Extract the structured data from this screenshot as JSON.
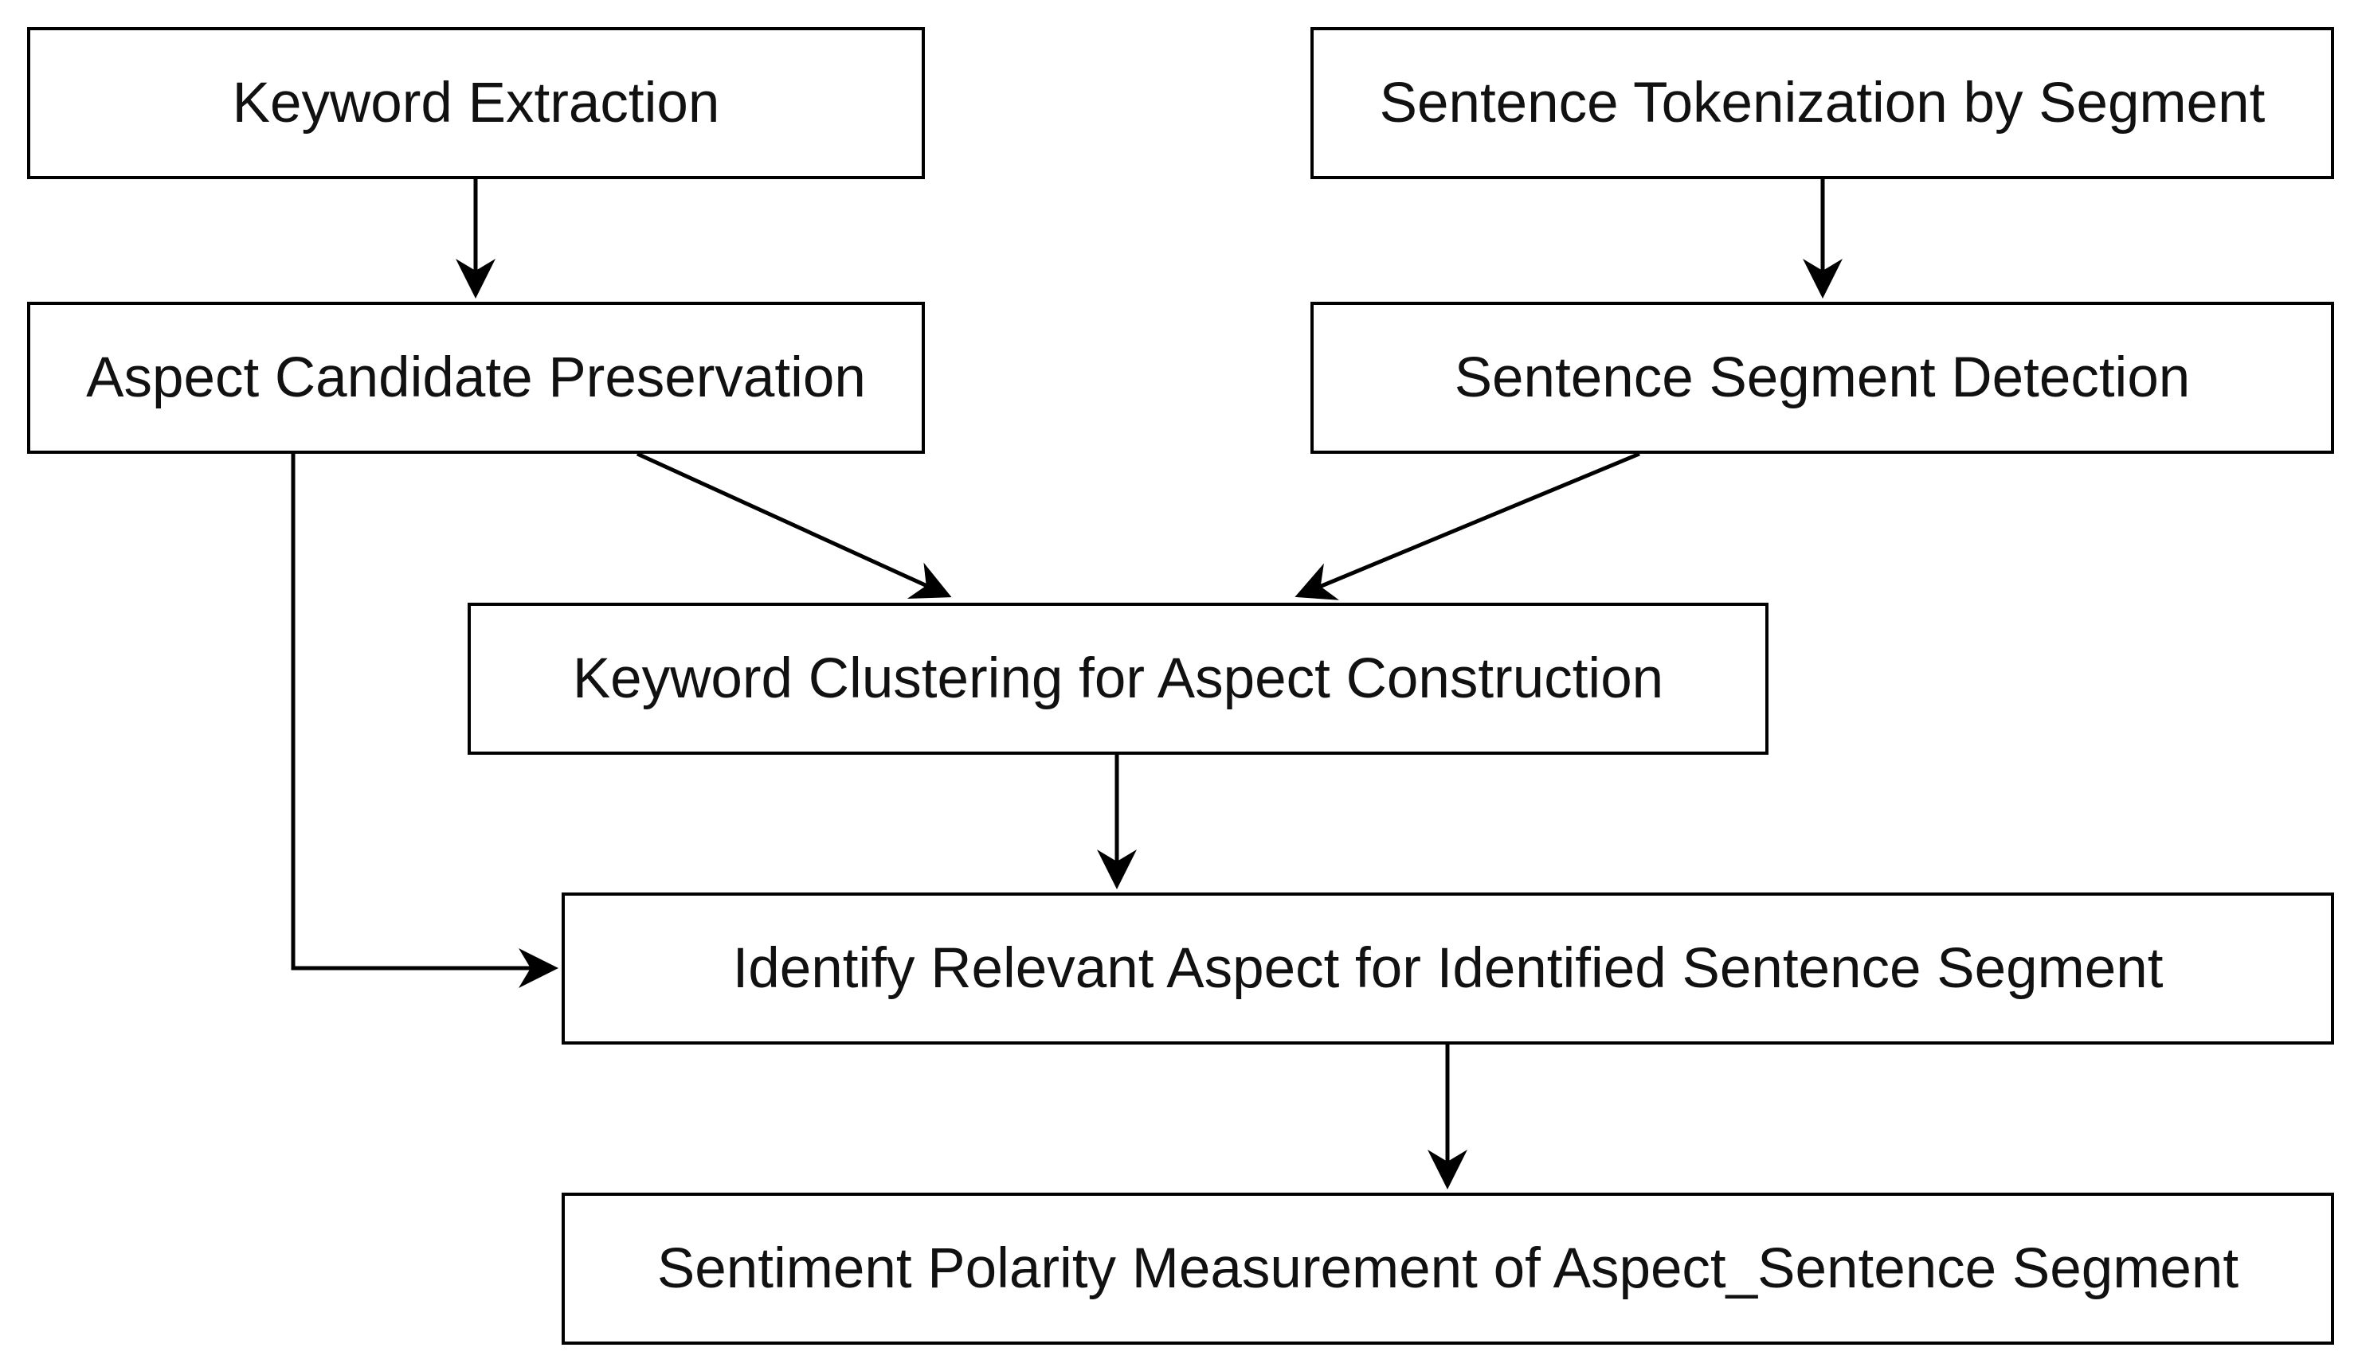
{
  "nodes": {
    "keyword_extraction": "Keyword Extraction",
    "sentence_tokenization": "Sentence Tokenization by Segment",
    "aspect_candidate_preservation": "Aspect Candidate Preservation",
    "sentence_segment_detection": "Sentence Segment Detection",
    "keyword_clustering": "Keyword Clustering for Aspect Construction",
    "identify_relevant_aspect": "Identify Relevant Aspect for Identified Sentence Segment",
    "sentiment_polarity": "Sentiment Polarity Measurement of Aspect_Sentence Segment"
  },
  "edges": [
    {
      "from": "keyword_extraction",
      "to": "aspect_candidate_preservation"
    },
    {
      "from": "sentence_tokenization",
      "to": "sentence_segment_detection"
    },
    {
      "from": "aspect_candidate_preservation",
      "to": "keyword_clustering"
    },
    {
      "from": "sentence_segment_detection",
      "to": "keyword_clustering"
    },
    {
      "from": "keyword_clustering",
      "to": "identify_relevant_aspect"
    },
    {
      "from": "aspect_candidate_preservation",
      "to": "identify_relevant_aspect"
    },
    {
      "from": "identify_relevant_aspect",
      "to": "sentiment_polarity"
    }
  ],
  "colors": {
    "stroke": "#000000",
    "background": "#ffffff",
    "text": "#111111"
  }
}
